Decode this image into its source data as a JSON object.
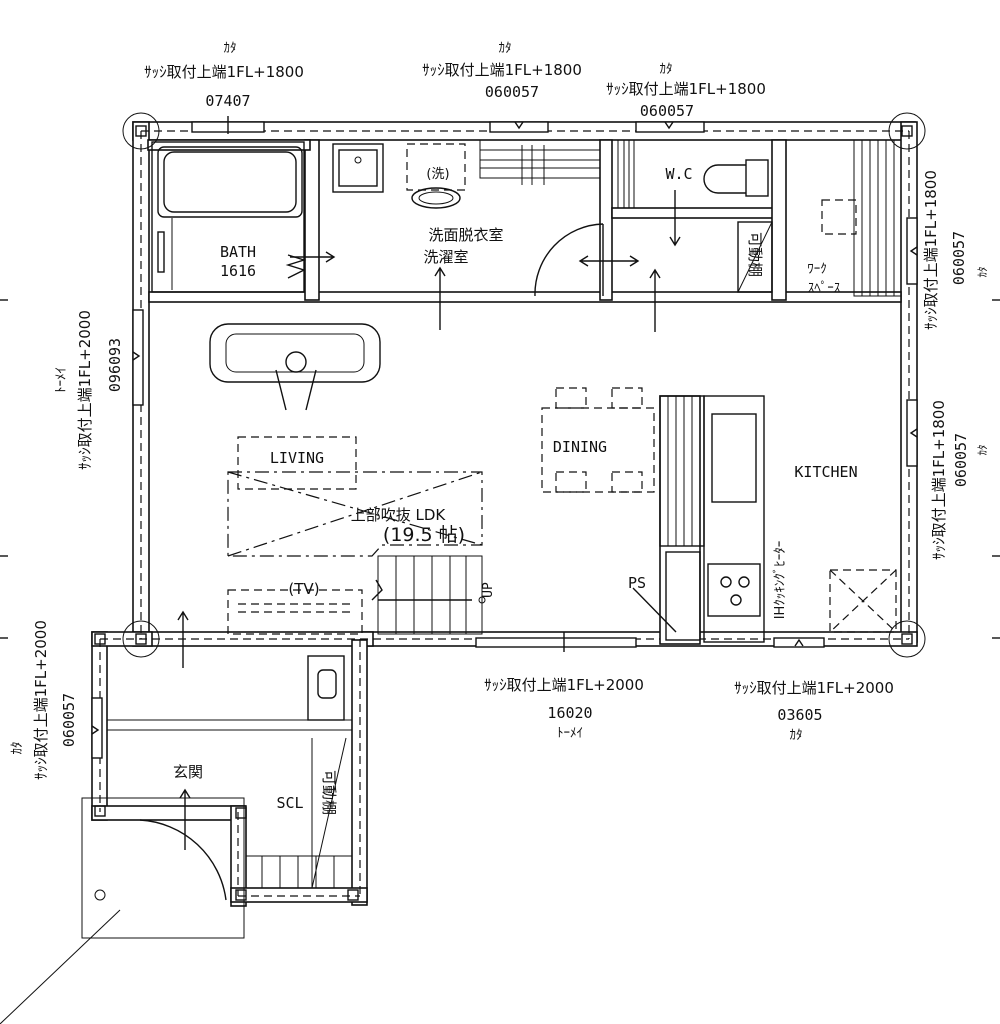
{
  "window_labels": {
    "top_left": {
      "kata": "ｶﾀ",
      "spec": "ｻｯｼ取付上端1FL+1800",
      "code": "07407"
    },
    "top_middle": {
      "kata": "ｶﾀ",
      "spec": "ｻｯｼ取付上端1FL+1800",
      "code": "060057"
    },
    "top_right": {
      "kata": "ｶﾀ",
      "spec": "ｻｯｼ取付上端1FL+1800",
      "code": "060057"
    },
    "left_upper": {
      "kind": "ﾄｰﾒｲ",
      "spec": "ｻｯｼ取付上端1FL+2000",
      "code": "096093"
    },
    "left_lower": {
      "kata": "ｶﾀ",
      "spec": "ｻｯｼ取付上端1FL+2000",
      "code": "060057"
    },
    "right_upper": {
      "spec": "ｻｯｼ取付上端1FL+1800",
      "code": "060057",
      "kata": "ｶﾀ"
    },
    "right_lower": {
      "spec": "ｻｯｼ取付上端1FL+1800",
      "code": "060057",
      "kata": "ｶﾀ"
    },
    "bottom_middle": {
      "spec": "ｻｯｼ取付上端1FL+2000",
      "code": "16020",
      "kind": "ﾄｰﾒｲ"
    },
    "bottom_right": {
      "spec": "ｻｯｼ取付上端1FL+2000",
      "code": "03605",
      "kata": "ｶﾀ"
    }
  },
  "rooms": {
    "bath": "BATH",
    "bath_size": "1616",
    "washroom_1": "洗面脱衣室",
    "washroom_2": "洗濯室",
    "washer": "(洗)",
    "wc": "W.C",
    "shelf_upper": "可動棚",
    "work_space_1": "ﾜｰｸ",
    "work_space_2": "ｽﾍﾟｰｽ",
    "living": "LIVING",
    "dining": "DINING",
    "kitchen": "KITCHEN",
    "ldk_label": "上部吹抜 LDK",
    "ldk_size": "(19.5 帖)",
    "tv": "(TV)",
    "stair_up": "UP",
    "ps": "PS",
    "ih": "IHｸｯｷﾝｸﾞﾋｰﾀｰ",
    "entrance": "玄関",
    "scl": "SCL",
    "shelf_lower": "可動棚"
  }
}
